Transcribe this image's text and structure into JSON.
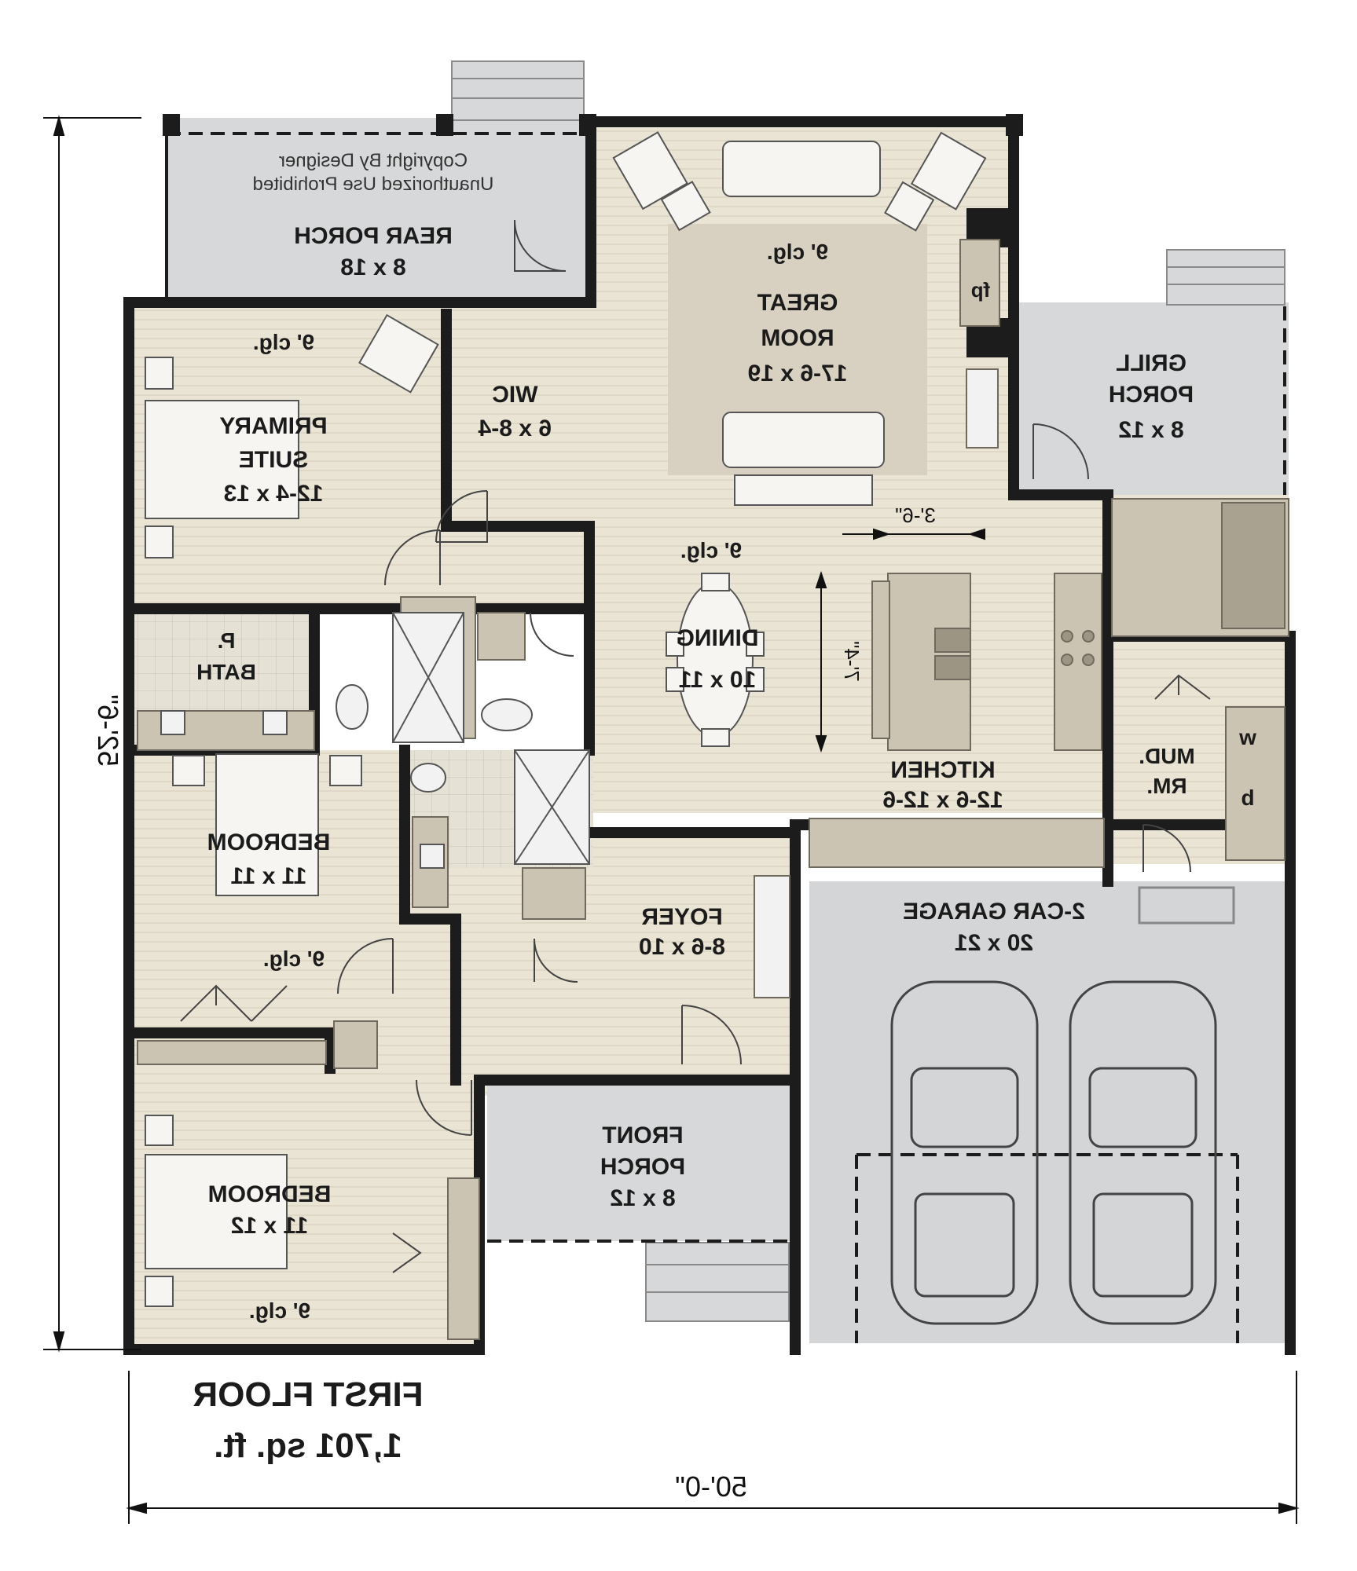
{
  "plan": {
    "copyright": [
      "Copyright By Designer",
      "Unauthorized Use Prohibited"
    ],
    "ceiling": "9' clg.",
    "fireplace": "fp",
    "washer": "w",
    "dryer": "d",
    "rooms": {
      "rear_porch": {
        "name": [
          "REAR PORCH"
        ],
        "size": "8 x 18"
      },
      "great_room": {
        "name": [
          "GREAT",
          "ROOM"
        ],
        "size": "17-6 x 19"
      },
      "grill_porch": {
        "name": [
          "GRILL",
          "PORCH"
        ],
        "size": "8 x 12"
      },
      "primary_suite": {
        "name": [
          "PRIMARY",
          "SUITE"
        ],
        "size": "12-4 x 13"
      },
      "wic": {
        "name": [
          "WIC"
        ],
        "size": "6 x 8-4"
      },
      "dining": {
        "name": [
          "DINING"
        ],
        "size": "10 x 11"
      },
      "kitchen": {
        "name": [
          "KITCHEN"
        ],
        "size": "12-6 x 12-6"
      },
      "mud_room": {
        "name": [
          "MUD.",
          "RM."
        ]
      },
      "powder_bath": {
        "name": [
          "P.",
          "BATH"
        ]
      },
      "bedroom_1": {
        "name": [
          "BEDROOM"
        ],
        "size": "11 x 11"
      },
      "foyer": {
        "name": [
          "FOYER"
        ],
        "size": "8-6 x 10"
      },
      "garage": {
        "name": [
          "2-CAR GARAGE"
        ],
        "size": "20 x 21"
      },
      "bedroom_2": {
        "name": [
          "BEDROOM"
        ],
        "size": "11 x 12"
      },
      "front_porch": {
        "name": [
          "FRONT",
          "PORCH"
        ],
        "size": "8 x 12"
      }
    },
    "dimensions": {
      "width": "50'-0\"",
      "depth": "52'-6\"",
      "aisle": "3'-6\"",
      "island": "7'-4\""
    },
    "floor_title": "FIRST FLOOR",
    "floor_area": "1,701 sq. ft."
  },
  "colors": {
    "floor": "#eae4d5",
    "floor_line": "#d9d0bd",
    "porch": "#d7d8d9",
    "wall": "#1c1c1c",
    "fixture": "#cbc4b2",
    "garage": "#d4d5d6"
  }
}
